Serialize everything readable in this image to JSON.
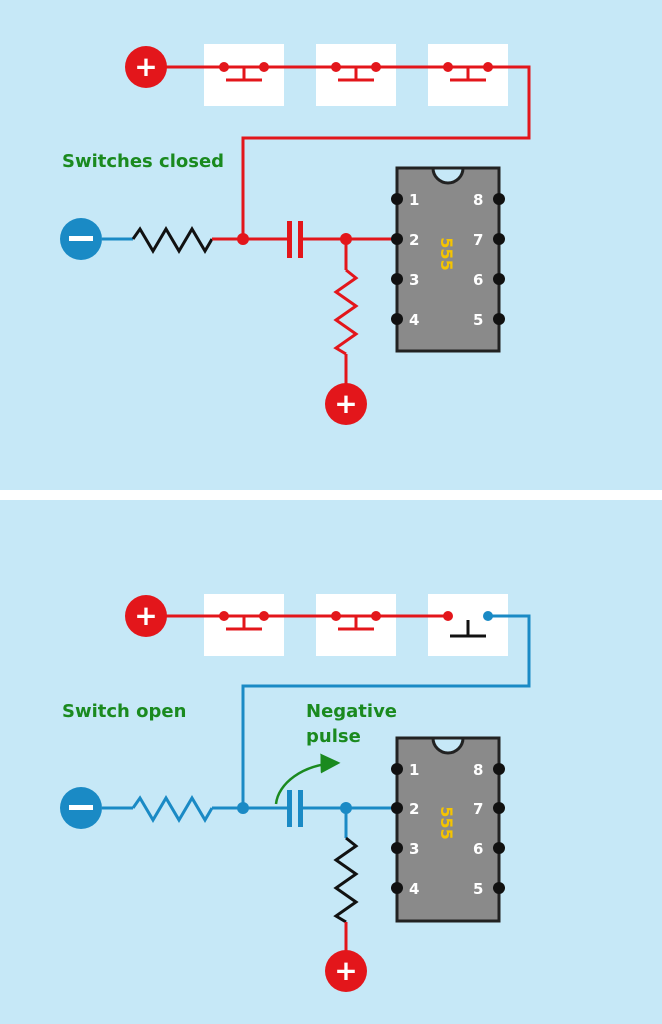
{
  "colors": {
    "background": "#c6e8f7",
    "divider": "#ffffff",
    "positive": "#e3161b",
    "negative": "#1a8ac5",
    "label_green": "#1a8a1f",
    "chip_body": "#8a8a8a",
    "chip_text": "#f5c400",
    "resistor_black": "#111111"
  },
  "panel_top": {
    "label": "Switches closed",
    "chip": {
      "name": "555",
      "left_pins": [
        "1",
        "2",
        "3",
        "4"
      ],
      "right_pins": [
        "8",
        "7",
        "6",
        "5"
      ]
    },
    "positive_symbol": "+",
    "negative_symbol": "−"
  },
  "panel_bottom": {
    "label": "Switch open",
    "pulse_label_line1": "Negative",
    "pulse_label_line2": "pulse",
    "chip": {
      "name": "555",
      "left_pins": [
        "1",
        "2",
        "3",
        "4"
      ],
      "right_pins": [
        "8",
        "7",
        "6",
        "5"
      ]
    },
    "positive_symbol": "+",
    "negative_symbol": "−"
  }
}
